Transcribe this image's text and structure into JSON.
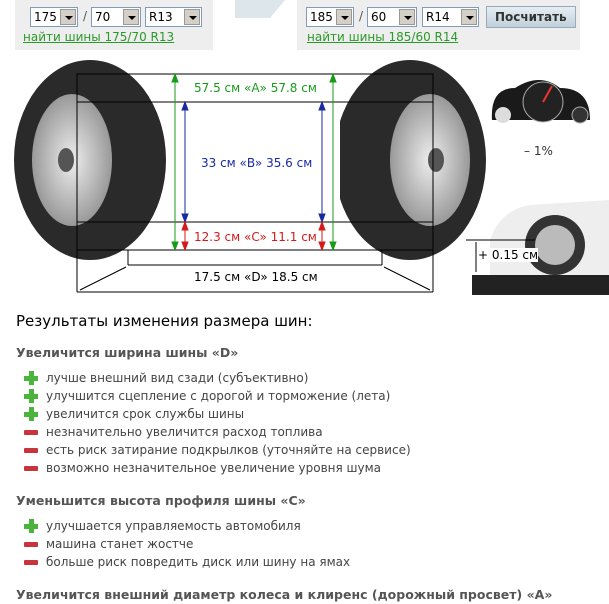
{
  "old_size": {
    "width": "175",
    "profile": "70",
    "radius": "R13",
    "link": "найти шины 175/70 R13"
  },
  "new_size": {
    "width": "185",
    "profile": "60",
    "radius": "R14",
    "link": "найти шины 185/60 R14"
  },
  "calc_button": "Посчитать",
  "separator": "/",
  "diagram": {
    "a_label": "57.5 см «A» 57.8 см",
    "b_label": "33 см «B» 35.6 см",
    "c_label": "12.3 см «C» 11.1 см",
    "d_label": "17.5 см «D» 18.5 см",
    "speedometer_change": "– 1%",
    "clearance_change": "+ 0.15 см",
    "colors": {
      "a": "#1a9a1a",
      "b": "#1a2aa0",
      "c": "#d41a1a"
    }
  },
  "results": {
    "title": "Результаты изменения размера шин:",
    "sections": [
      {
        "title": "Увеличится ширина шины «D»",
        "items": [
          {
            "type": "plus",
            "text": "лучше внешний вид сзади (субъективно)"
          },
          {
            "type": "plus",
            "text": "улучшится сцепление с дорогой и торможение (лета)"
          },
          {
            "type": "plus",
            "text": "увеличится срок службы шины"
          },
          {
            "type": "minus",
            "text": "незначительно увеличится расход топлива"
          },
          {
            "type": "minus",
            "text": "есть риск затирание подкрылков (уточняйте на сервисе)"
          },
          {
            "type": "minus",
            "text": "возможно незначительное увеличение уровня шума"
          }
        ]
      },
      {
        "title": "Уменьшится высота профиля шины «C»",
        "items": [
          {
            "type": "plus",
            "text": "улучшается управляемость автомобиля"
          },
          {
            "type": "minus",
            "text": "машина станет жостче"
          },
          {
            "type": "minus",
            "text": "больше риск повредить диск или шину на ямах"
          }
        ]
      },
      {
        "title": "Увеличится внешний диаметр колеса и клиренс (дорожный просвет) «A»",
        "items": []
      }
    ]
  }
}
